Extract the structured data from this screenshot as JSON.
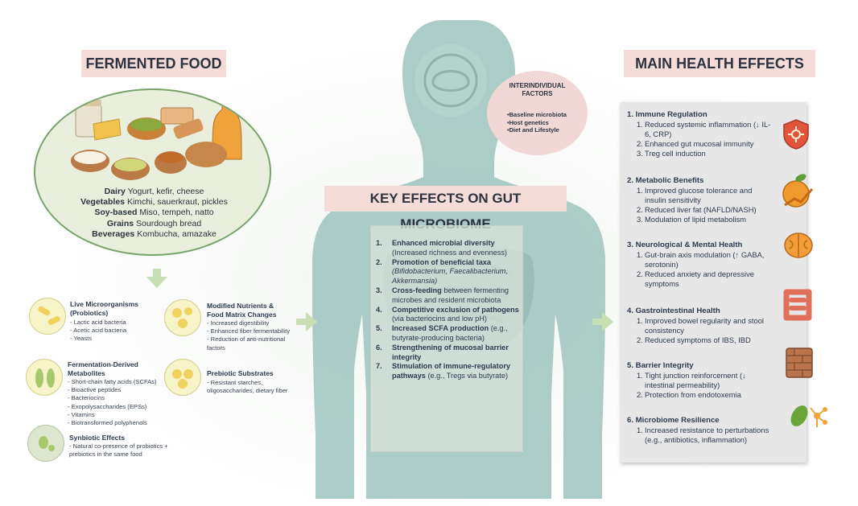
{
  "titles": {
    "fermented_food": "FERMENTED FOOD",
    "main_health_effects": "MAIN HEALTH EFFECTS",
    "key_effects": "KEY EFFECTS ON GUT MICROBIOME"
  },
  "food_categories": [
    {
      "category": "Dairy",
      "items": "Yogurt, kefir, cheese"
    },
    {
      "category": "Vegetables",
      "items": "Kimchi, sauerkraut, pickles"
    },
    {
      "category": "Soy-based",
      "items": "Miso, tempeh, natto"
    },
    {
      "category": "Grains",
      "items": "Sourdough bread"
    },
    {
      "category": "Beverages",
      "items": "Kombucha, amazake"
    }
  ],
  "mechanisms": {
    "live": {
      "title": "Live Microorganisms (Probiotics)",
      "items": [
        "- Lactic acid bacteria",
        "- Acetic acid bacteria",
        "- Yeasts"
      ]
    },
    "modified": {
      "title": "Modified Nutrients & Food Matrix Changes",
      "items": [
        "- Increased digestibility",
        "- Enhanced fiber fermentability",
        "- Reduction of anti-nutritional factors"
      ]
    },
    "metabolites": {
      "title": "Fermentation-Derived Metabolites",
      "items": [
        "- Short-chain fatty acids (SCFAs)",
        "- Bioactive peptides",
        "- Bacteriocins",
        "- Exopolysaccharides (EPSs)",
        "- Vitamins",
        "- Biotransformed polyphenols"
      ]
    },
    "prebiotic": {
      "title": "Prebiotic Substrates",
      "items": [
        "- Resistant starches, oligosaccharides, dietary fiber"
      ]
    },
    "synbiotic": {
      "title": "Synbiotic Effects",
      "items": [
        "- Natural co-presence of probiotics + prebiotics in the same food"
      ]
    }
  },
  "interindividual": {
    "title": "INTERINDIVIDUAL FACTORS",
    "items": [
      "•Baseline microbiota",
      "•Host genetics",
      "•Diet and Lifestyle"
    ]
  },
  "key_effects": [
    {
      "n": "1.",
      "bold": "Enhanced microbial diversity",
      "rest": "(Increased richness and evenness)"
    },
    {
      "n": "2.",
      "bold": "Promotion of beneficial taxa",
      "rest": "(Bifidobacterium, Faecalibacterium, Akkermansia)"
    },
    {
      "n": "3.",
      "bold": "Cross-feeding",
      "rest": "between fermenting microbes and resident microbiota"
    },
    {
      "n": "4.",
      "bold": "Competitive exclusion of pathogens",
      "rest": "(via bacteriocins and low pH)"
    },
    {
      "n": "5.",
      "bold": "Increased SCFA production",
      "rest": "(e.g., butyrate-producing bacteria)"
    },
    {
      "n": "6.",
      "bold": "Strengthening of mucosal barrier integrity",
      "rest": ""
    },
    {
      "n": "7.",
      "bold": "Stimulation of immune-regulatory pathways",
      "rest": "(e.g., Tregs via butyrate)"
    }
  ],
  "health_effects": [
    {
      "title": "1. Immune Regulation",
      "icon": "shield-icon",
      "items": [
        {
          "n": "1.",
          "t": "Reduced systemic inflammation (↓ IL-6, CRP)"
        },
        {
          "n": "2.",
          "t": "Enhanced gut mucosal immunity"
        },
        {
          "n": "3.",
          "t": "Treg cell induction"
        }
      ]
    },
    {
      "title": "2. Metabolic Benefits",
      "icon": "orange-icon",
      "items": [
        {
          "n": "1.",
          "t": "Improved glucose tolerance and insulin sensitivity"
        },
        {
          "n": "2.",
          "t": "Reduced liver fat (NAFLD/NASH)"
        },
        {
          "n": "3.",
          "t": "Modulation of lipid metabolism"
        }
      ]
    },
    {
      "title": "3. Neurological & Mental Health",
      "icon": "brain-icon",
      "items": [
        {
          "n": "1.",
          "t": "Gut-brain axis modulation (↑ GABA, serotonin)"
        },
        {
          "n": "2.",
          "t": "Reduced anxiety and depressive symptoms"
        }
      ]
    },
    {
      "title": "4. Gastrointestinal Health",
      "icon": "intestine-icon",
      "items": [
        {
          "n": "1.",
          "t": "Improved bowel regularity and stool consistency"
        },
        {
          "n": "2.",
          "t": "Reduced symptoms of IBS, IBD"
        }
      ]
    },
    {
      "title": "5. Barrier Integrity",
      "icon": "brick-wall-icon",
      "items": [
        {
          "n": "1.",
          "t": "Tight junction reinforcement (↓ intestinal permeability)"
        },
        {
          "n": "2.",
          "t": "Protection from endotoxemia"
        }
      ]
    },
    {
      "title": "6. Microbiome Resilience",
      "icon": "microbe-icon",
      "items": [
        {
          "n": "1.",
          "t": "Increased resistance to perturbations (e.g., antibiotics, inflammation)"
        }
      ]
    }
  ],
  "colors": {
    "banner": "#f6dcd8",
    "body": "#9ec4bd",
    "panel": "#e7e7e7",
    "oval": "#e9efdc",
    "arrow": "#c6dfb4"
  }
}
